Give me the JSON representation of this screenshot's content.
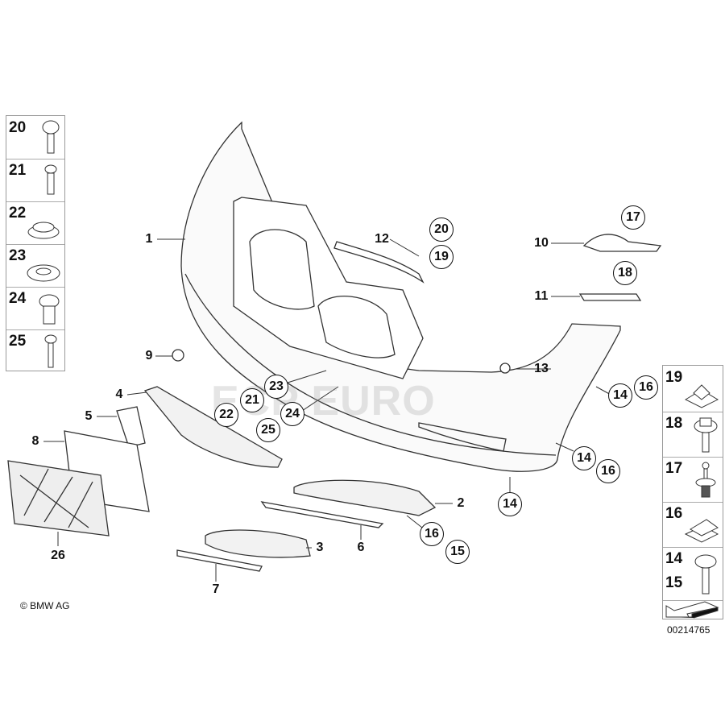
{
  "diagram_title": "",
  "watermark": "ECP EURO",
  "callouts": {
    "c1": "1",
    "c2": "2",
    "c3": "3",
    "c4": "4",
    "c5": "5",
    "c6": "6",
    "c7": "7",
    "c8": "8",
    "c9": "9",
    "c10": "10",
    "c11": "11",
    "c12": "12",
    "c13": "13",
    "c26": "26",
    "r20": "20",
    "r19": "19",
    "r17": "17",
    "r18": "18",
    "r14a": "14",
    "r16a": "16",
    "r23": "23",
    "r21": "21",
    "r22": "22",
    "r24": "24",
    "r25": "25",
    "r14b": "14",
    "r16b": "16",
    "r14c": "14",
    "r16c": "16",
    "r15": "15"
  },
  "left_legend": [
    "20",
    "21",
    "22",
    "23",
    "24",
    "25"
  ],
  "right_legend": [
    "19",
    "18",
    "17",
    "16",
    "14",
    "15"
  ],
  "copyright": "© BMW AG",
  "diagram_number": "00214765"
}
